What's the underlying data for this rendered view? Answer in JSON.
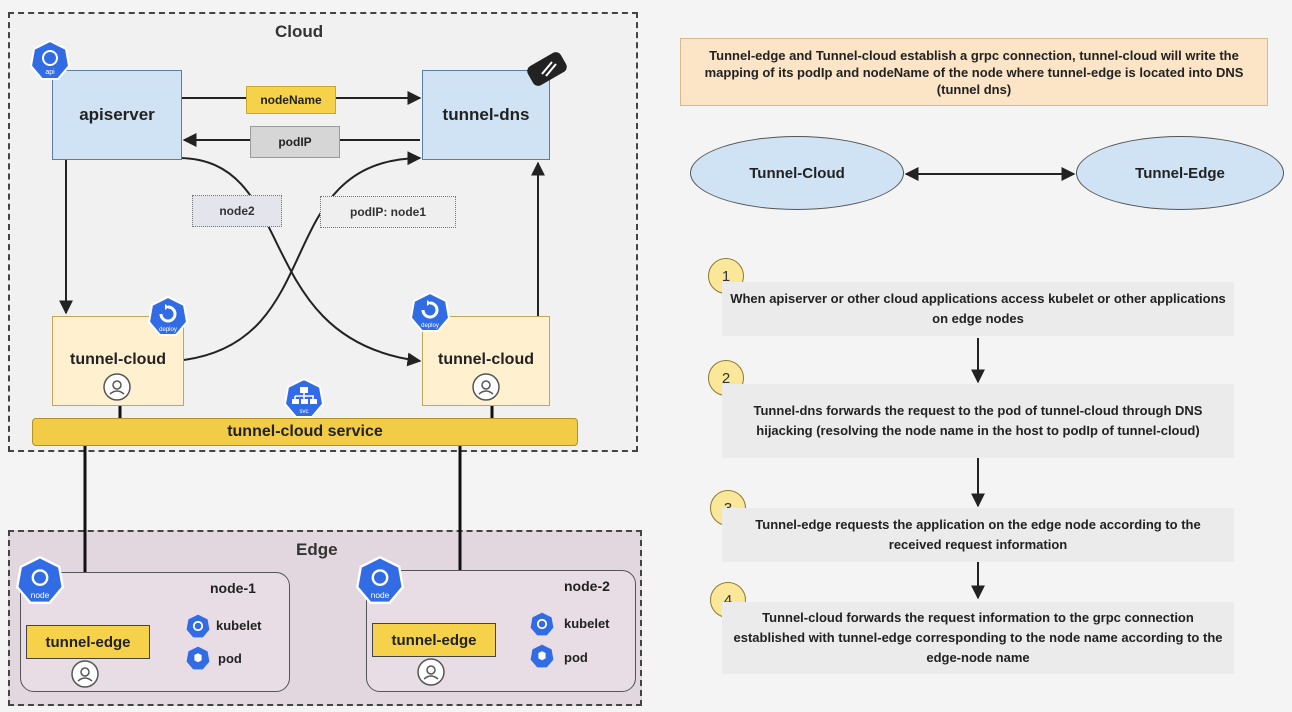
{
  "cloud": {
    "title": "Cloud",
    "apiserver": "apiserver",
    "tunnel_dns": "tunnel-dns",
    "tunnel_cloud_1": "tunnel-cloud",
    "tunnel_cloud_2": "tunnel-cloud",
    "service": "tunnel-cloud service",
    "labels": {
      "node_name": "nodeName",
      "pod_ip": "podIP",
      "node2": "node2",
      "pod_ip_node1": "podIP: node1"
    },
    "icons": {
      "api": "api",
      "deploy_1": "deploy",
      "deploy_2": "deploy",
      "svc": "svc"
    }
  },
  "edge": {
    "title": "Edge",
    "nodes": [
      {
        "label": "node-1",
        "tunnel_edge": "tunnel-edge",
        "kubelet": "kubelet",
        "pod": "pod",
        "icon": "node"
      },
      {
        "label": "node-2",
        "tunnel_edge": "tunnel-edge",
        "kubelet": "kubelet",
        "pod": "pod",
        "icon": "node"
      }
    ]
  },
  "info": {
    "note": "Tunnel-edge and Tunnel-cloud establish a grpc connection, tunnel-cloud will write the mapping of its podIp and nodeName of the node where tunnel-edge is located into DNS (tunnel dns)",
    "left_ellipse": "Tunnel-Cloud",
    "right_ellipse": "Tunnel-Edge"
  },
  "steps": [
    {
      "number": "1",
      "text": "When apiserver or other cloud applications access kubelet or other applications on edge nodes"
    },
    {
      "number": "2",
      "text": "Tunnel-dns forwards the request to the pod of tunnel-cloud through DNS hijacking (resolving the node name in the host to podIp of tunnel-cloud)"
    },
    {
      "number": "3",
      "text": "Tunnel-edge requests the application on the edge node according to the received request information"
    },
    {
      "number": "4",
      "text": "Tunnel-cloud forwards the request information to the grpc connection established with tunnel-edge corresponding to the node name according to the edge-node name"
    }
  ],
  "colors": {
    "blue_box": "#cfe3f5",
    "cream_box": "#fff1cf",
    "yellow": "#f5d24a",
    "edge_region": "#e3d7df",
    "k8s_blue": "#326ce5"
  }
}
